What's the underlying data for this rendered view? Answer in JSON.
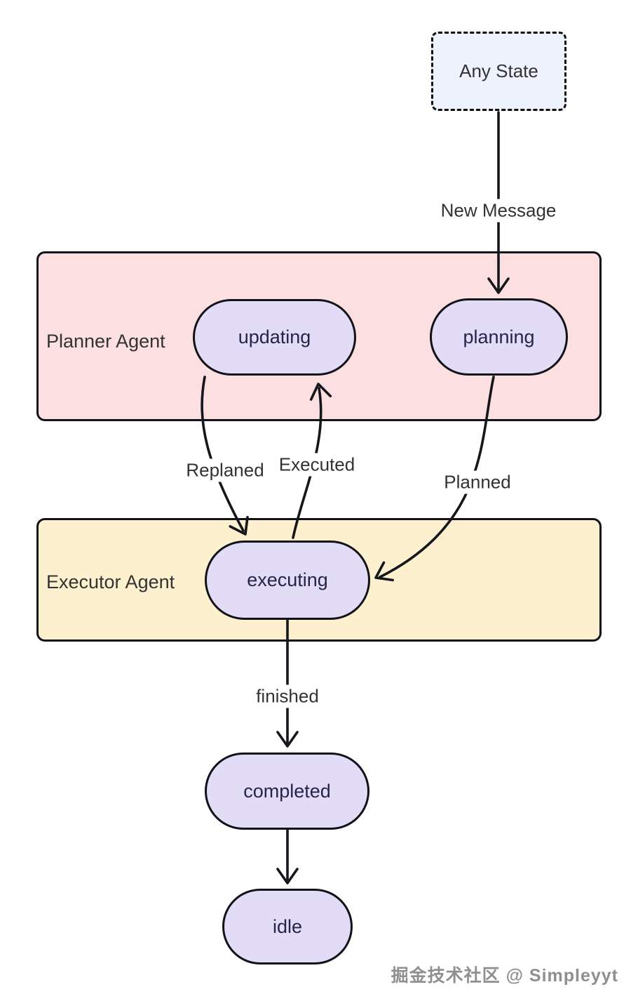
{
  "diagram": {
    "nodes": {
      "any_state": {
        "label": "Any State"
      },
      "updating": {
        "label": "updating"
      },
      "planning": {
        "label": "planning"
      },
      "executing": {
        "label": "executing"
      },
      "completed": {
        "label": "completed"
      },
      "idle": {
        "label": "idle"
      }
    },
    "containers": {
      "planner": {
        "label": "Planner Agent"
      },
      "executor": {
        "label": "Executor Agent"
      }
    },
    "edges": {
      "new_message": {
        "label": "New Message",
        "from": "any_state",
        "to": "planning"
      },
      "replaned": {
        "label": "Replaned",
        "from": "updating",
        "to": "executing"
      },
      "executed": {
        "label": "Executed",
        "from": "executing",
        "to": "updating"
      },
      "planned": {
        "label": "Planned",
        "from": "planning",
        "to": "executing"
      },
      "finished": {
        "label": "finished",
        "from": "executing",
        "to": "completed"
      },
      "completed_to_idle": {
        "label": "",
        "from": "completed",
        "to": "idle"
      }
    },
    "colors": {
      "edge_stroke": "#16161d",
      "node_border": "#111318",
      "state_fill": "#e2dcf7",
      "state_text": "#27244a",
      "planner_fill": "#fcdfe0",
      "executor_fill": "#fdf0cf",
      "any_state_fill": "#eef2fc",
      "label_text": "#333333",
      "watermark_color": "#8f8f8f"
    }
  },
  "watermark": {
    "text": "掘金技术社区 @ Simpleyyt"
  }
}
